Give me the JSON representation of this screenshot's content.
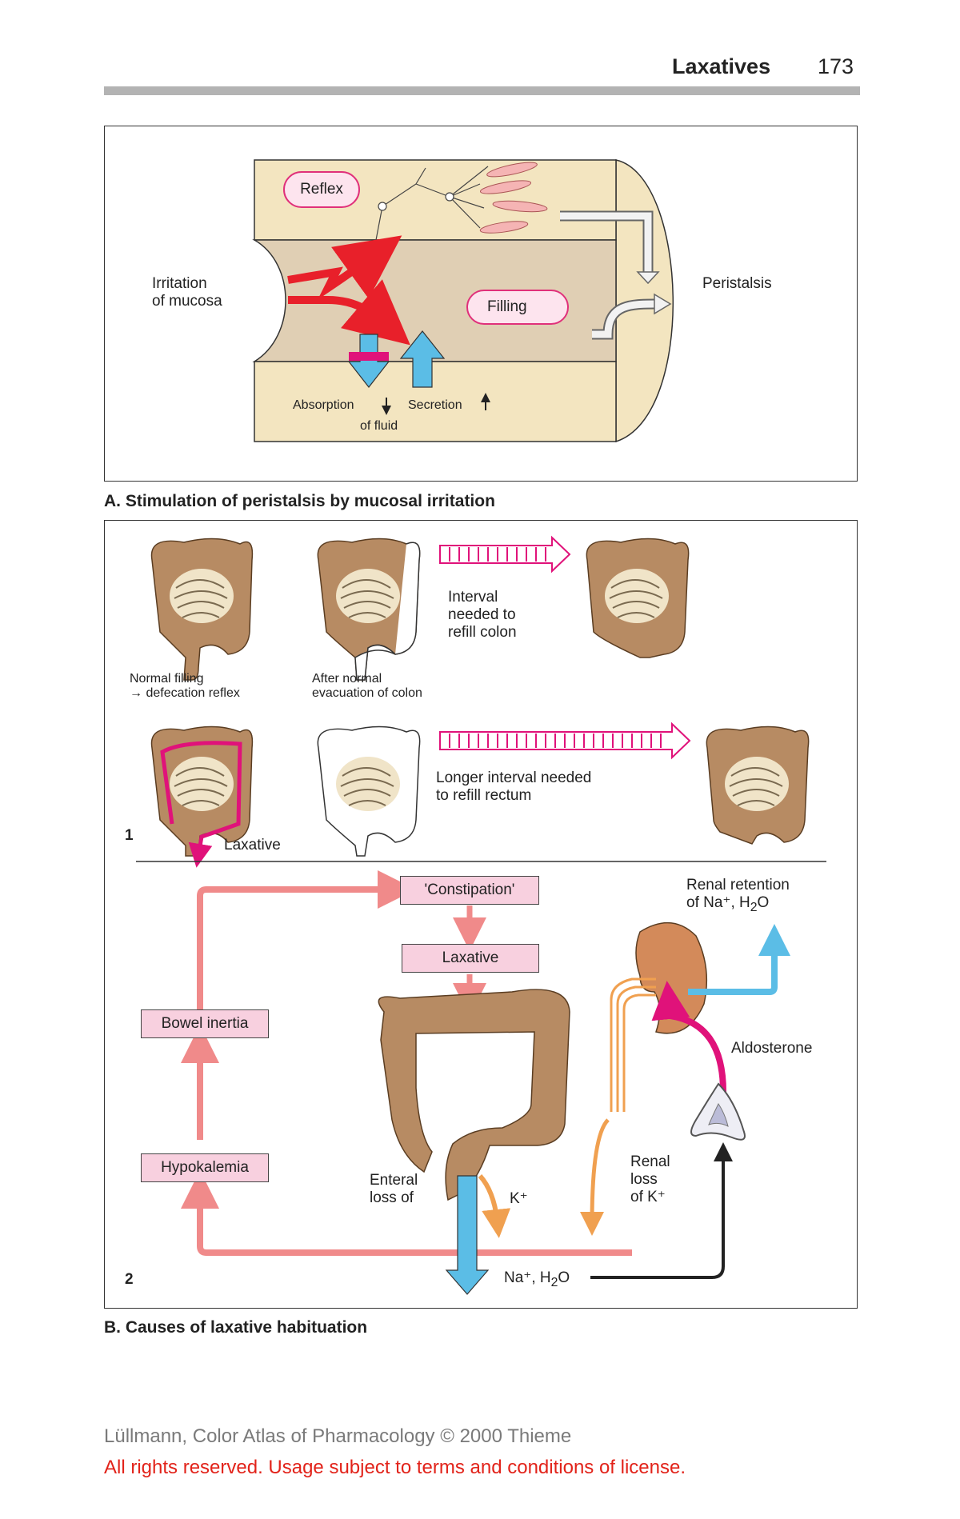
{
  "header": {
    "title": "Laxatives",
    "page_number": "173"
  },
  "panel_a": {
    "caption": "A. Stimulation of peristalsis by mucosal irritation",
    "reflex": "Reflex",
    "irritation": "Irritation\nof mucosa",
    "filling": "Filling",
    "peristalsis": "Peristalsis",
    "absorption": "Absorption",
    "of_fluid": "of fluid",
    "secretion": "Secretion"
  },
  "panel_b": {
    "caption": "B. Causes of laxative habituation",
    "part1_number": "1",
    "normal_filling": "Normal filling\n→ defecation reflex",
    "after_evacuation": "After normal\nevacuation of colon",
    "interval_needed": "Interval\nneeded to\nrefill colon",
    "longer_interval": "Longer interval needed\nto refill rectum",
    "laxative_label": "Laxative",
    "part2_number": "2",
    "constipation": "'Constipation'",
    "laxative_box": "Laxative",
    "bowel_inertia": "Bowel inertia",
    "hypokalemia": "Hypokalemia",
    "renal_retention_l1": "Renal retention",
    "renal_retention_l2": "of Na⁺, H",
    "h2o_sub": "2",
    "h2o_o": "O",
    "aldosterone": "Aldosterone",
    "enteral_loss": "Enteral\nloss of",
    "k_plus": "K⁺",
    "renal_loss": "Renal\nloss\nof K⁺",
    "na_h2o": "Na⁺, H"
  },
  "footer": {
    "copyright": "Lüllmann, Color Atlas of Pharmacology © 2000 Thieme",
    "rights": "All rights reserved. Usage subject to terms and conditions of license."
  },
  "colors": {
    "tissue": "#f3e5c0",
    "lumen": "#e0cfb4",
    "colon": "#b78b63",
    "irritant_red": "#e8202a",
    "pink_arrow": "#e0127a",
    "salmon_arrow": "#f08a8a",
    "blue_arrow": "#5bbde6",
    "orange_arrow": "#f0a050",
    "kidney": "#d38a5a"
  }
}
